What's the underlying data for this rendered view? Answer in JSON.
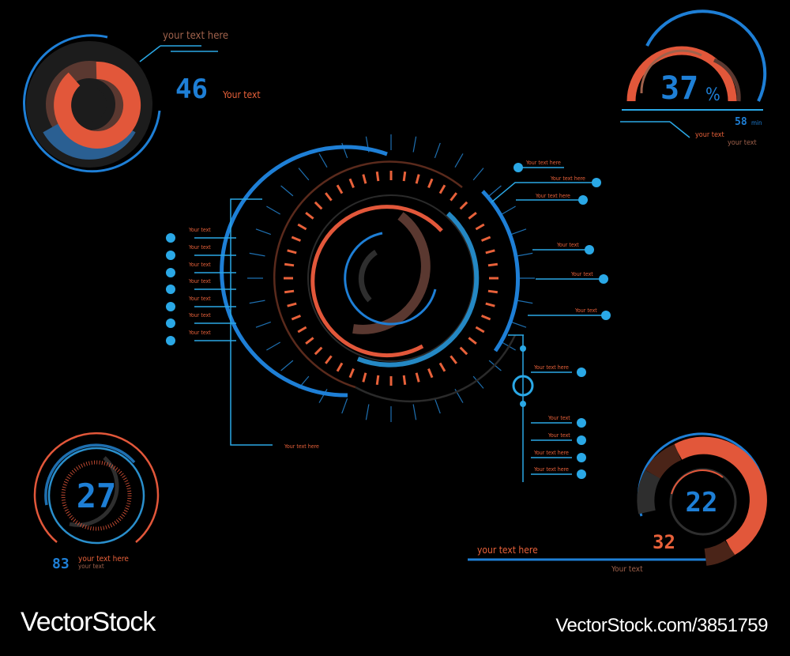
{
  "colors": {
    "background": "#000000",
    "blue": "#1e7fd6",
    "light_blue": "#2aa8e6",
    "orange": "#e2573a",
    "brown": "#5a3830",
    "dark_brown": "#4a2418",
    "dark_gray": "#262626",
    "text_orange": "#e8613a",
    "text_brown": "#a0624c"
  },
  "top_left_gauge": {
    "title": "your text here",
    "value": "46",
    "label": "Your text"
  },
  "top_right_gauge": {
    "value": "37",
    "unit": "%",
    "sub_value": "58",
    "sub_unit": "min",
    "label_1": "your text",
    "label_2": "your text"
  },
  "left_list": {
    "items": [
      {
        "label": "Your text"
      },
      {
        "label": "Your text"
      },
      {
        "label": "Your text"
      },
      {
        "label": "Your text"
      },
      {
        "label": "Your text"
      },
      {
        "label": "Your text"
      },
      {
        "label": "Your text"
      }
    ],
    "footer": "Your text here"
  },
  "right_list_top": {
    "items": [
      {
        "label": "Your text here"
      },
      {
        "label": "Your text here"
      },
      {
        "label": "Your text here"
      },
      {
        "label": "Your text"
      },
      {
        "label": "Your text"
      },
      {
        "label": "Your text"
      }
    ]
  },
  "right_list_bottom": {
    "items": [
      {
        "label": "Your text here"
      },
      {
        "label": "Your text"
      },
      {
        "label": "Your text"
      },
      {
        "label": "Your text here"
      },
      {
        "label": "Your text here"
      }
    ]
  },
  "bottom_left_gauge": {
    "value": "27",
    "sub_value": "83",
    "label_1": "your text here",
    "label_2": "your text"
  },
  "bottom_right_gauge": {
    "value": "22",
    "sub_value": "32",
    "title": "your text here",
    "label": "Your text"
  },
  "watermark": {
    "brand": "VectorStock",
    "url": "VectorStock.com/3851759"
  }
}
